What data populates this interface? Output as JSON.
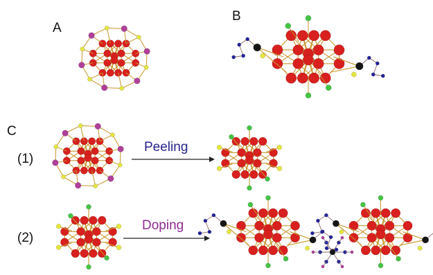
{
  "panels": {
    "a": "A",
    "b": "B",
    "c": "C"
  },
  "rows": {
    "row1": "(1)",
    "row2": "(2)"
  },
  "arrows": {
    "peeling": {
      "label": "Peeling",
      "color": "#24248a"
    },
    "doping": {
      "label": "Doping",
      "color": "#8e2a93"
    }
  },
  "colors": {
    "core_atom": "#d8201e",
    "bond": "#c8952c",
    "ligand_s": "#e4e640",
    "ligand_p": "#b0409a",
    "ligand_green": "#44c444",
    "ligand_black": "#151515",
    "ligand_blue": "#23239a"
  }
}
